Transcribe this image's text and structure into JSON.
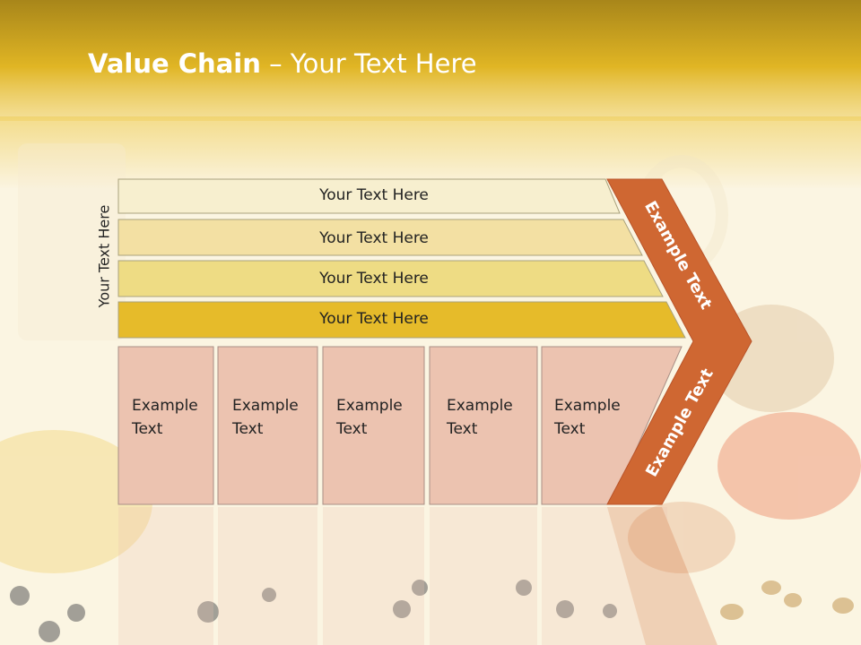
{
  "title": {
    "bold": "Value Chain",
    "rest": " – Your Text Here"
  },
  "side_label": "Your Text Here",
  "rows": [
    "Your Text Here",
    "Your Text Here",
    "Your Text Here",
    "Your Text Here"
  ],
  "columns": [
    "Example\nText",
    "Example\nText",
    "Example\nText",
    "Example\nText",
    "Example\nText"
  ],
  "arrow_top": "Example Text",
  "arrow_bottom": "Example Text",
  "colors": {
    "header": "#d9ae1c",
    "row1": "#f7efcf",
    "row2": "#f3e0a3",
    "row3": "#eedc84",
    "row4": "#e6bb2a",
    "column": "#ecc3b0",
    "arrow": "#cf6732"
  }
}
